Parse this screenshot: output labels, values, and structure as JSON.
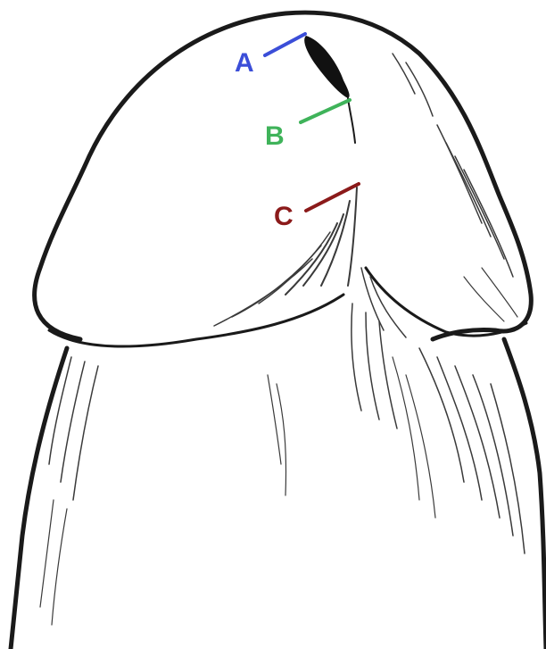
{
  "labels": [
    {
      "id": "A",
      "text": "A",
      "color": "#3b4ed8"
    },
    {
      "id": "B",
      "text": "B",
      "color": "#3fb35a"
    },
    {
      "id": "C",
      "text": "C",
      "color": "#8b1a1a"
    }
  ],
  "colors": {
    "background": "#ffffff",
    "ink": "#1a1a1a"
  }
}
